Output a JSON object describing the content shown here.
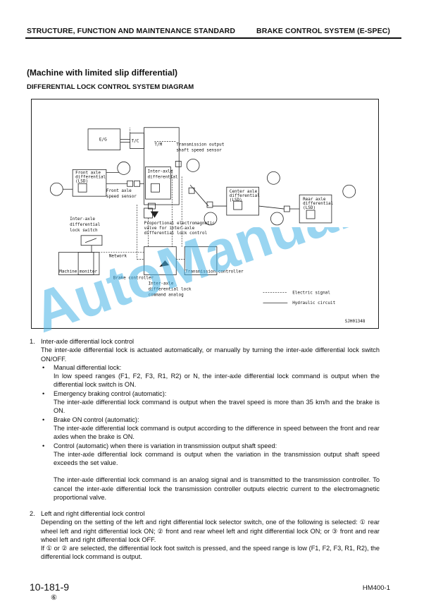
{
  "header": {
    "left": "STRUCTURE, FUNCTION AND MAINTENANCE STANDARD",
    "right": "BRAKE CONTROL SYSTEM (E-SPEC)"
  },
  "subtitle": "(Machine with limited slip differential)",
  "section_title": "DIFFERENTIAL LOCK CONTROL SYSTEM DIAGRAM",
  "diagram": {
    "eg": "E/G",
    "tc": "T/C",
    "tm": "T/M",
    "tm_sensor": [
      "Transmission output",
      "shaft speed sensor"
    ],
    "front_axle_diff": [
      "Front axle",
      "differential",
      "(LSD)"
    ],
    "front_axle_sensor": [
      "Front axle",
      "speed sensor"
    ],
    "inter_axle_diff": [
      "Inter-axle",
      "differential"
    ],
    "center_axle_diff": [
      "Center axle",
      "differential",
      "(LSD)"
    ],
    "rear_axle_diff": [
      "Rear axle",
      "differential",
      "(LSD)"
    ],
    "lock_switch": [
      "Inter-axle",
      "differential",
      "lock switch"
    ],
    "valve": [
      "Proportional electromagnetic",
      "valve for inter-axle",
      "differential lock control"
    ],
    "network": "Network",
    "machine_monitor": "Machine monitor",
    "brake_controller": "Brake controller",
    "transmission_controller": "Transmission controller",
    "lock_command": [
      "Inter-axle",
      "differential lock",
      "command analog"
    ],
    "legend_electric": "Electric signal",
    "legend_hydraulic": "Hydraulic circuit",
    "code": "SJH01348"
  },
  "watermark": "AutoManual",
  "content": {
    "s1_num": "1.",
    "s1_title": "Inter-axle differential lock control",
    "s1_intro": "The inter-axle differential lock is actuated automatically, or manually by turning the inter-axle differential lock switch ON/OFF.",
    "bullets": [
      {
        "title": "Manual differential lock:",
        "text": "In low speed ranges (F1, F2, F3, R1, R2) or N, the inter-axle differential lock command is output when the differential lock switch is ON."
      },
      {
        "title": "Emergency braking control (automatic):",
        "text": "The inter-axle differential lock command is output when the travel speed is more than 35 km/h and the brake is ON."
      },
      {
        "title": "Brake ON control (automatic):",
        "text": "The inter-axle differential lock command is output according to the difference in speed between the front and rear axles when the brake is ON."
      },
      {
        "title": "Control (automatic) when there is variation in transmission output  shaft speed:",
        "text": "The inter-axle differential lock command is output when the variation in the transmission output shaft speed exceeds the set value."
      }
    ],
    "s1_note": "The inter-axle differential lock command is an analog signal and is transmitted to the transmission controller. To cancel the inter-axle differential lock the transmission controller outputs electric current to the electromagnetic proportional valve.",
    "s2_num": "2.",
    "s2_title": "Left and right differential lock control",
    "s2_text": "Depending on the setting of the left and right differential lock selector switch, one of the following is selected: ① rear wheel left and right differential lock ON; ② front and rear wheel left and right differential lock ON; or ③ front and rear wheel left and right differential lock OFF.",
    "s2_text2": "If ① or ② are selected, the differential lock foot switch is pressed, and the speed range is low (F1, F2, F3, R1, R2), the differential lock command is output."
  },
  "footer": {
    "page": "10-181-9",
    "rev": "⑥",
    "model": "HM400-1"
  }
}
